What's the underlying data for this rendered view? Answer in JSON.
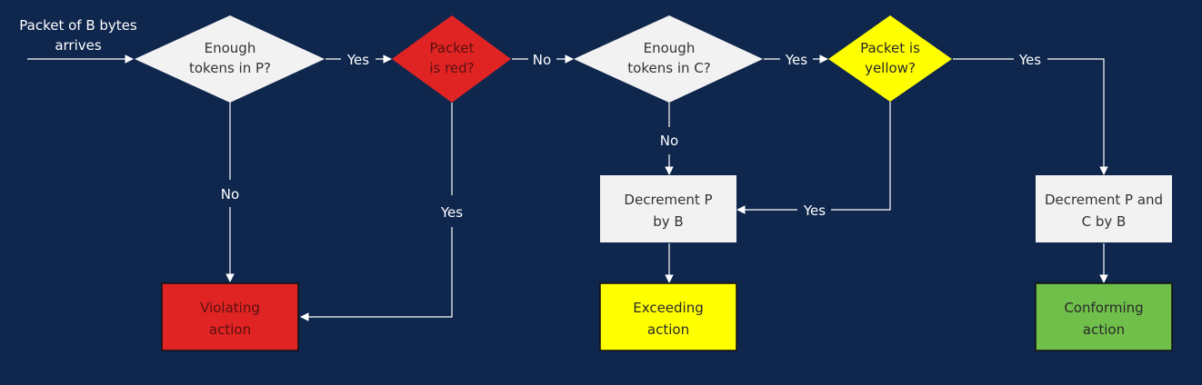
{
  "start_label": [
    "Packet of B bytes",
    "arrives"
  ],
  "decisions": {
    "tokens_p": [
      "Enough",
      "tokens in P?"
    ],
    "red": [
      "Packet",
      "is red?"
    ],
    "tokens_c": [
      "Enough",
      "tokens in C?"
    ],
    "yellow": [
      "Packet is",
      "yellow?"
    ]
  },
  "processes": {
    "decrement_p": [
      "Decrement P",
      "by B"
    ],
    "decrement_pc": [
      "Decrement P and",
      "C by B"
    ]
  },
  "actions": {
    "violating": [
      "Violating",
      "action"
    ],
    "exceeding": [
      "Exceeding",
      "action"
    ],
    "conforming": [
      "Conforming",
      "action"
    ]
  },
  "edge_labels": {
    "p_yes": "Yes",
    "red_no": "No",
    "c_yes": "Yes",
    "yellow_yes": "Yes",
    "p_no": "No",
    "red_yes": "Yes",
    "c_no": "No",
    "yellow_yes_left": "Yes"
  },
  "colors": {
    "background": "#0f264d",
    "red": "#e02424",
    "yellow": "#ffff00",
    "green": "#6fbf4a",
    "neutral": "#f2f2f2",
    "line": "#ffffff"
  }
}
